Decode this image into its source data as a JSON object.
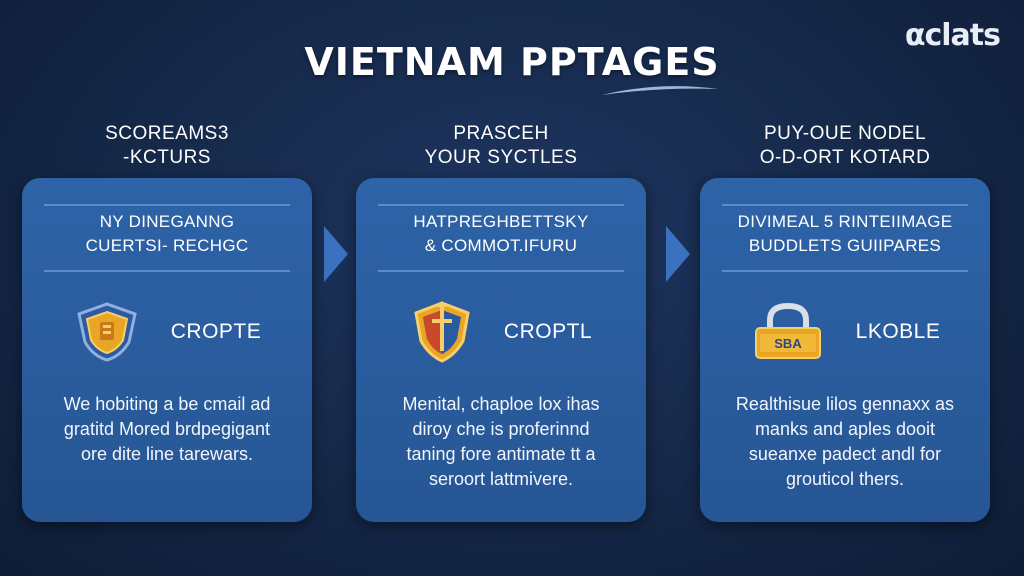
{
  "logo": "αclats",
  "title": "VIETNAM PPTAGES",
  "columns": [
    {
      "heading_1": "SCOREAMS3",
      "heading_2": "-KCTURS",
      "sub_1": "NY DINEGANNG",
      "sub_2": "CUERTSI- RECHGC",
      "icon": "shield-crest-icon",
      "icon_label": "CROPTE",
      "body_1": "We hobiting a be cmail ad",
      "body_2": "gratitd Mored brdpegigant",
      "body_3": "ore dite line tarewars.",
      "body_4": ""
    },
    {
      "heading_1": "PRASCEH",
      "heading_2": "YOUR SYCTLES",
      "sub_1": "HATPREGHBETTSKY",
      "sub_2": "& COMMOT.IFURU",
      "icon": "shield-sword-icon",
      "icon_label": "CROPTL",
      "body_1": "Menital, chaploe lox ihas",
      "body_2": "diroy che is proferinnd",
      "body_3": "taning fore antimate tt a",
      "body_4": "seroort lattmivere."
    },
    {
      "heading_1": "PUY-OUE NODEL",
      "heading_2": "O-D-ORT KOTARD",
      "sub_1": "DIVIMEAL 5 RINTEIIMAGE",
      "sub_2": "BUDDLETS GUIIPARES",
      "icon": "padlock-icon",
      "icon_label": "LKOBLE",
      "lock_text": "SBA",
      "body_1": "Realthisue lilos gennaxx as",
      "body_2": "manks and aples dooit",
      "body_3": "sueanxe padect andl for",
      "body_4": "grouticol thers."
    }
  ],
  "colors": {
    "background": "#152848",
    "card": "#2e63a8",
    "arrow": "#3a72c0",
    "icon_gold": "#e8a624"
  }
}
